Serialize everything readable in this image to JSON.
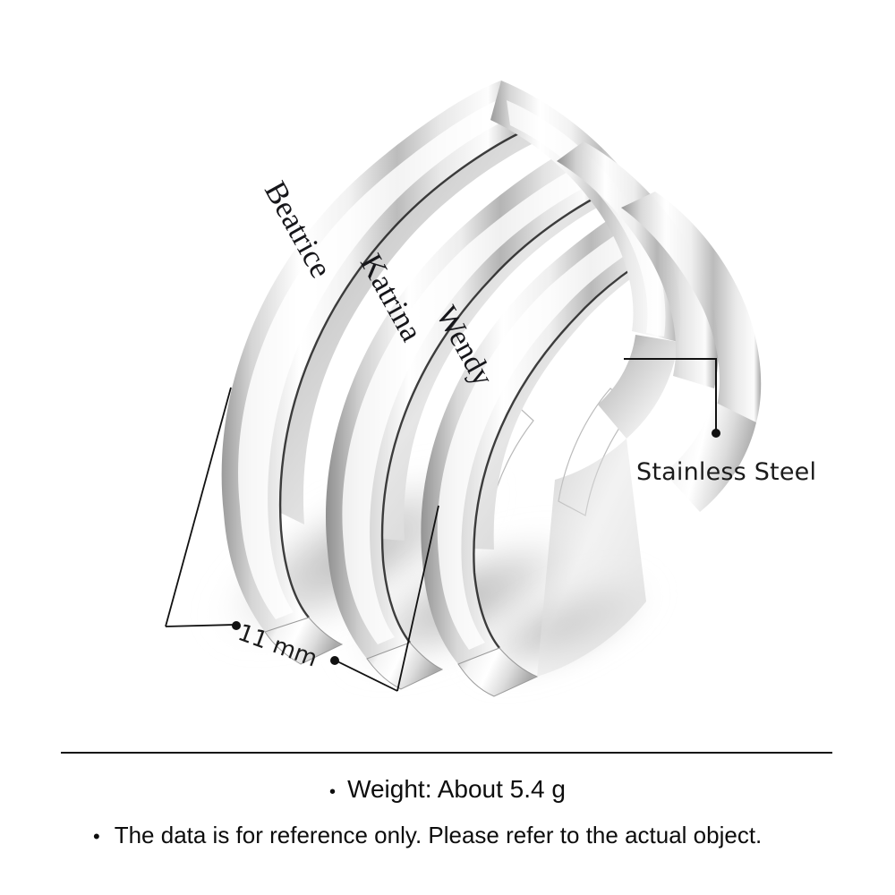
{
  "product": {
    "type": "ring",
    "description": "Three-band adjustable stacked ring with engraved names",
    "engraved_names": [
      "Beatrice",
      "Katrina",
      "Wendy"
    ],
    "finish_color": "#c9c9c9",
    "background_color": "#ffffff"
  },
  "annotations": {
    "material": {
      "label": "Stainless Steel",
      "leader_color": "#111111"
    },
    "dimension": {
      "label": "11 mm",
      "line_color": "#111111"
    }
  },
  "specs": {
    "bullet": "•",
    "weight": "Weight: About 5.4 g",
    "note": "The data is for reference only. Please refer to the actual object."
  }
}
